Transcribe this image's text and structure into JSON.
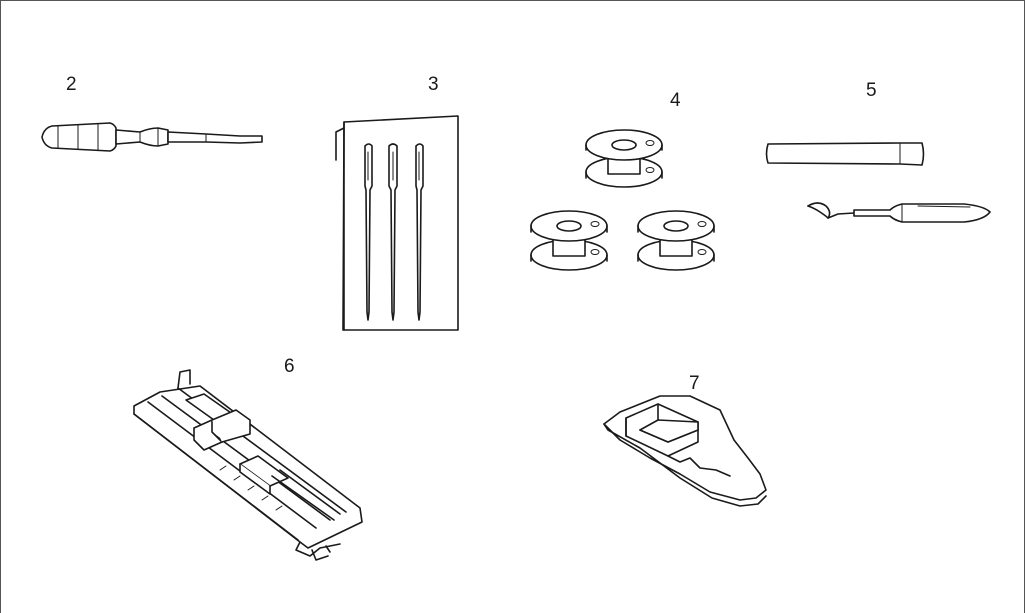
{
  "labels": {
    "screwdriver": "2",
    "needles": "3",
    "bobbins": "4",
    "seam_ripper": "5",
    "foot_6": "6",
    "foot_7": "7"
  },
  "colors": {
    "line": "#1a1a1a",
    "background": "#ffffff"
  }
}
